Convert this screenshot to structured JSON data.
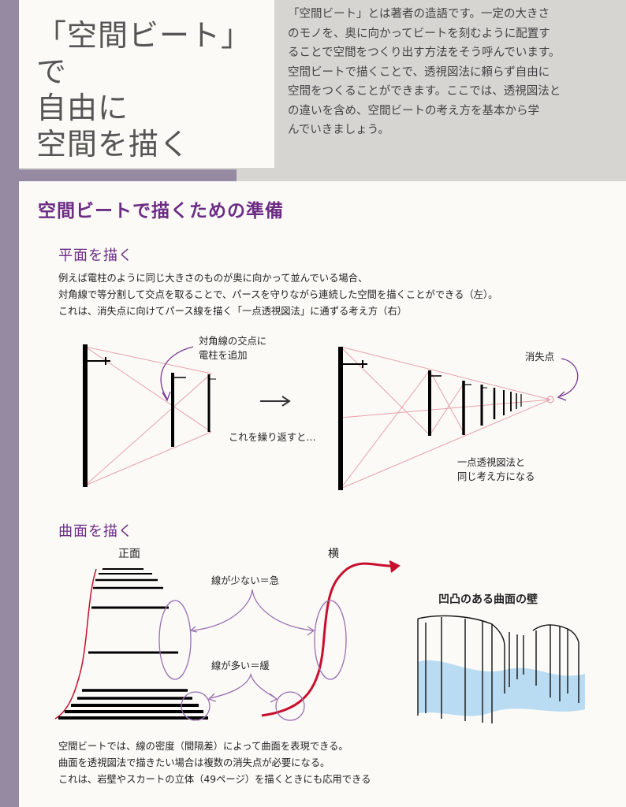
{
  "title": "「空間ビート」で\n自由に\n空間を描く",
  "intro": "「空間ビート」とは著者の造語です。一定の大きさ\nのモノを、奥に向かってビートを刻むように配置す\nることで空間をつくり出す方法をそう呼んでいます。\n空間ビートで描くことで、透視図法に頼らず自由に\n空間をつくることができます。ここでは、透視図法と\nの違いを含め、空間ビートの考え方を基本から学\nんでいきましょう。",
  "section_title": "空間ビートで描くための準備",
  "plane": {
    "heading": "平面を描く",
    "text": "例えば電柱のように同じ大きさのものが奥に向かって並んでいる場合、\n対角線で等分割して交点を取ることで、パースを守りながら連続した空間を描くことができる（左）。\nこれは、消失点に向けてパース線を描く「一点透視図法」に通ずる考え方（右）",
    "label_add": "対角線の交点に\n電柱を追加",
    "label_repeat": "これを繰り返すと…",
    "label_vp": "消失点",
    "label_same": "一点透視図法と\n同じ考え方になる"
  },
  "curve": {
    "heading": "曲面を描く",
    "label_front": "正面",
    "label_side": "横",
    "label_steep": "線が少ない＝急",
    "label_gentle": "線が多い＝緩",
    "label_wall": "凹凸のある曲面の壁",
    "text": "空間ビートでは、線の密度（間隔差）によって曲面を表現できる。\n曲面を透視図法で描きたい場合は複数の消失点が必要になる。\nこれは、岩壁やスカートの立体（49ページ）を描くときにも応用できる"
  },
  "colors": {
    "accent": "#6c2c85",
    "pink": "#e8a0aa",
    "red": "#c8102e",
    "sky": "#b9dcf2"
  }
}
